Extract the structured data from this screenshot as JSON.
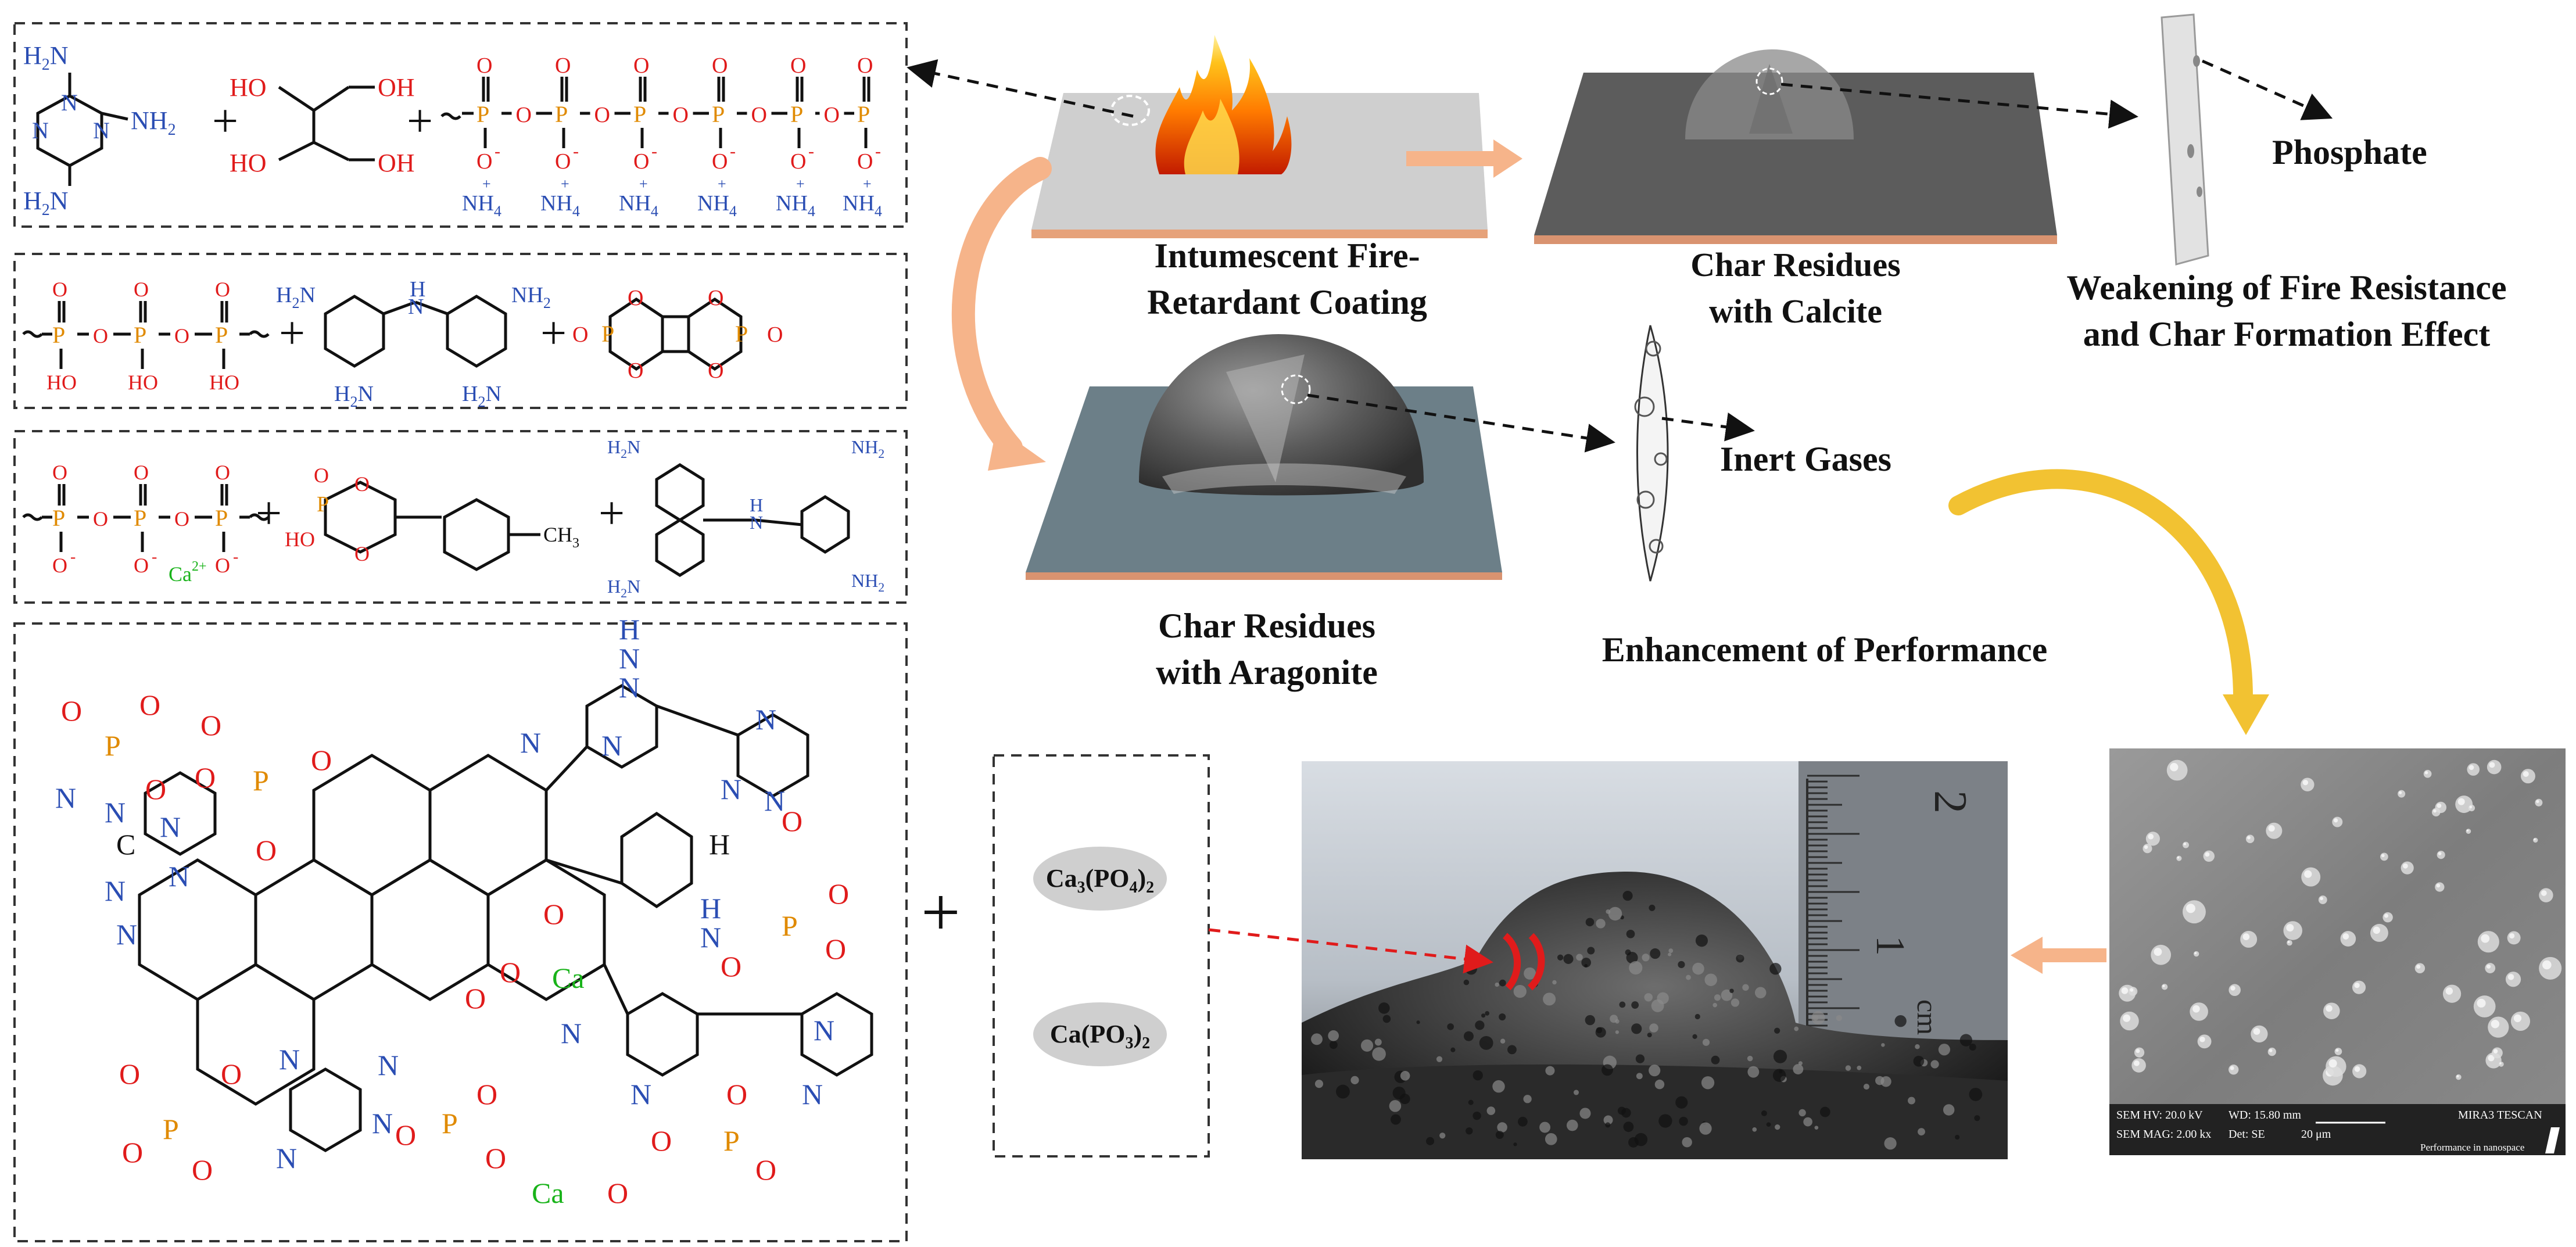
{
  "colors": {
    "nitrogen": "#2a4db3",
    "oxygen": "#e01b1b",
    "phosphorus": "#e08a00",
    "calcium": "#19b31a",
    "orange_arrow": "#f6b48a",
    "yellow_arrow": "#f2c232",
    "red_dash": "#e01b1b"
  },
  "labels": {
    "coating": [
      "Intumescent Fire-",
      "Retardant Coating"
    ],
    "calcite": [
      "Char Residues",
      "with Calcite"
    ],
    "weakening": [
      "Weakening of Fire Resistance",
      "and Char Formation Effect"
    ],
    "phosphate": "Phosphate",
    "inert_gases": "Inert Gases",
    "aragonite": [
      "Char Residues",
      "with Aragonite"
    ],
    "enhancement": "Enhancement of Performance",
    "plus": "+"
  },
  "products": {
    "ca3po4": {
      "base": "Ca",
      "sub1": "3",
      "mid": "(PO",
      "sub2": "4",
      "end": ")",
      "sub3": "2"
    },
    "capo3": {
      "base": "Ca(PO",
      "sub1": "3",
      "end": ")",
      "sub2": "2"
    }
  },
  "sem_info": {
    "hv": "SEM HV: 20.0 kV",
    "wd": "WD: 15.80 mm",
    "brand": "MIRA3 TESCAN",
    "mag": "SEM MAG: 2.00 kx",
    "det": "Det: SE",
    "scale": "20 μm",
    "tagline": "Performance in nanospace"
  },
  "ruler": {
    "mark1": "1",
    "mark2": "2",
    "unit": "cm"
  },
  "chem_atoms": {
    "P": "P",
    "O": "O",
    "N": "N",
    "H": "H",
    "C": "C",
    "Ca": "Ca",
    "HO": "HO",
    "OH": "OH",
    "NH4": "NH",
    "four": "4",
    "H2N": "H",
    "NH2": "NH",
    "two": "2",
    "CH3": "CH",
    "three": "3",
    "minus": "-",
    "plusCharge": "+",
    "ca2plus": "2+"
  }
}
